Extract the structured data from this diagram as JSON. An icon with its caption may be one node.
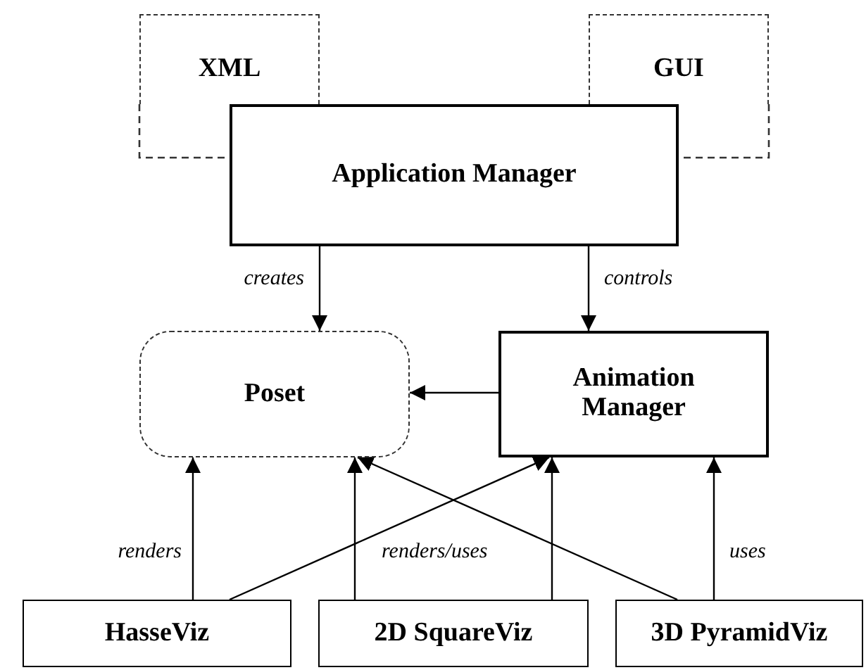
{
  "diagram": {
    "nodes": [
      {
        "text": [
          "XML"
        ]
      },
      {
        "text": [
          "GUI"
        ]
      },
      {
        "text": [
          "Application Manager"
        ]
      },
      {
        "text": [
          "Poset"
        ]
      },
      {
        "text": [
          "Animation Manager"
        ]
      },
      {
        "text": [
          "HasseViz"
        ]
      },
      {
        "text": [
          "2D SquareViz"
        ]
      },
      {
        "text": [
          "3D PyramidViz"
        ]
      }
    ],
    "edges": [
      {
        "from": 2,
        "to": 3,
        "arrow": "to",
        "label": "creates"
      },
      {
        "from": 2,
        "to": 4,
        "arrow": "to",
        "label": "controls"
      },
      {
        "from": 4,
        "to": 3,
        "arrow": "to"
      },
      {
        "from": 5,
        "to": 3,
        "arrow": "to",
        "label": "renders"
      },
      {
        "from": 5,
        "to": 4,
        "arrow": "to"
      },
      {
        "from": 6,
        "to": 3,
        "arrow": "to"
      },
      {
        "from": 6,
        "to": 4,
        "arrow": "to"
      },
      {
        "from": 7,
        "to": 3,
        "arrow": "to"
      },
      {
        "from": 7,
        "to": 4,
        "arrow": "to",
        "label": "uses"
      }
    ],
    "labels": [
      "renders/uses"
    ]
  }
}
